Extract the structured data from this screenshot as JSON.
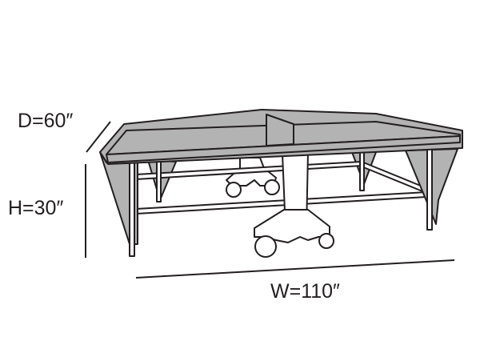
{
  "dimensions": {
    "depth": "D=60″",
    "height": "H=30″",
    "width": "W=110″"
  },
  "colors": {
    "cover": "#b3b3b3",
    "line": "#231f20"
  }
}
